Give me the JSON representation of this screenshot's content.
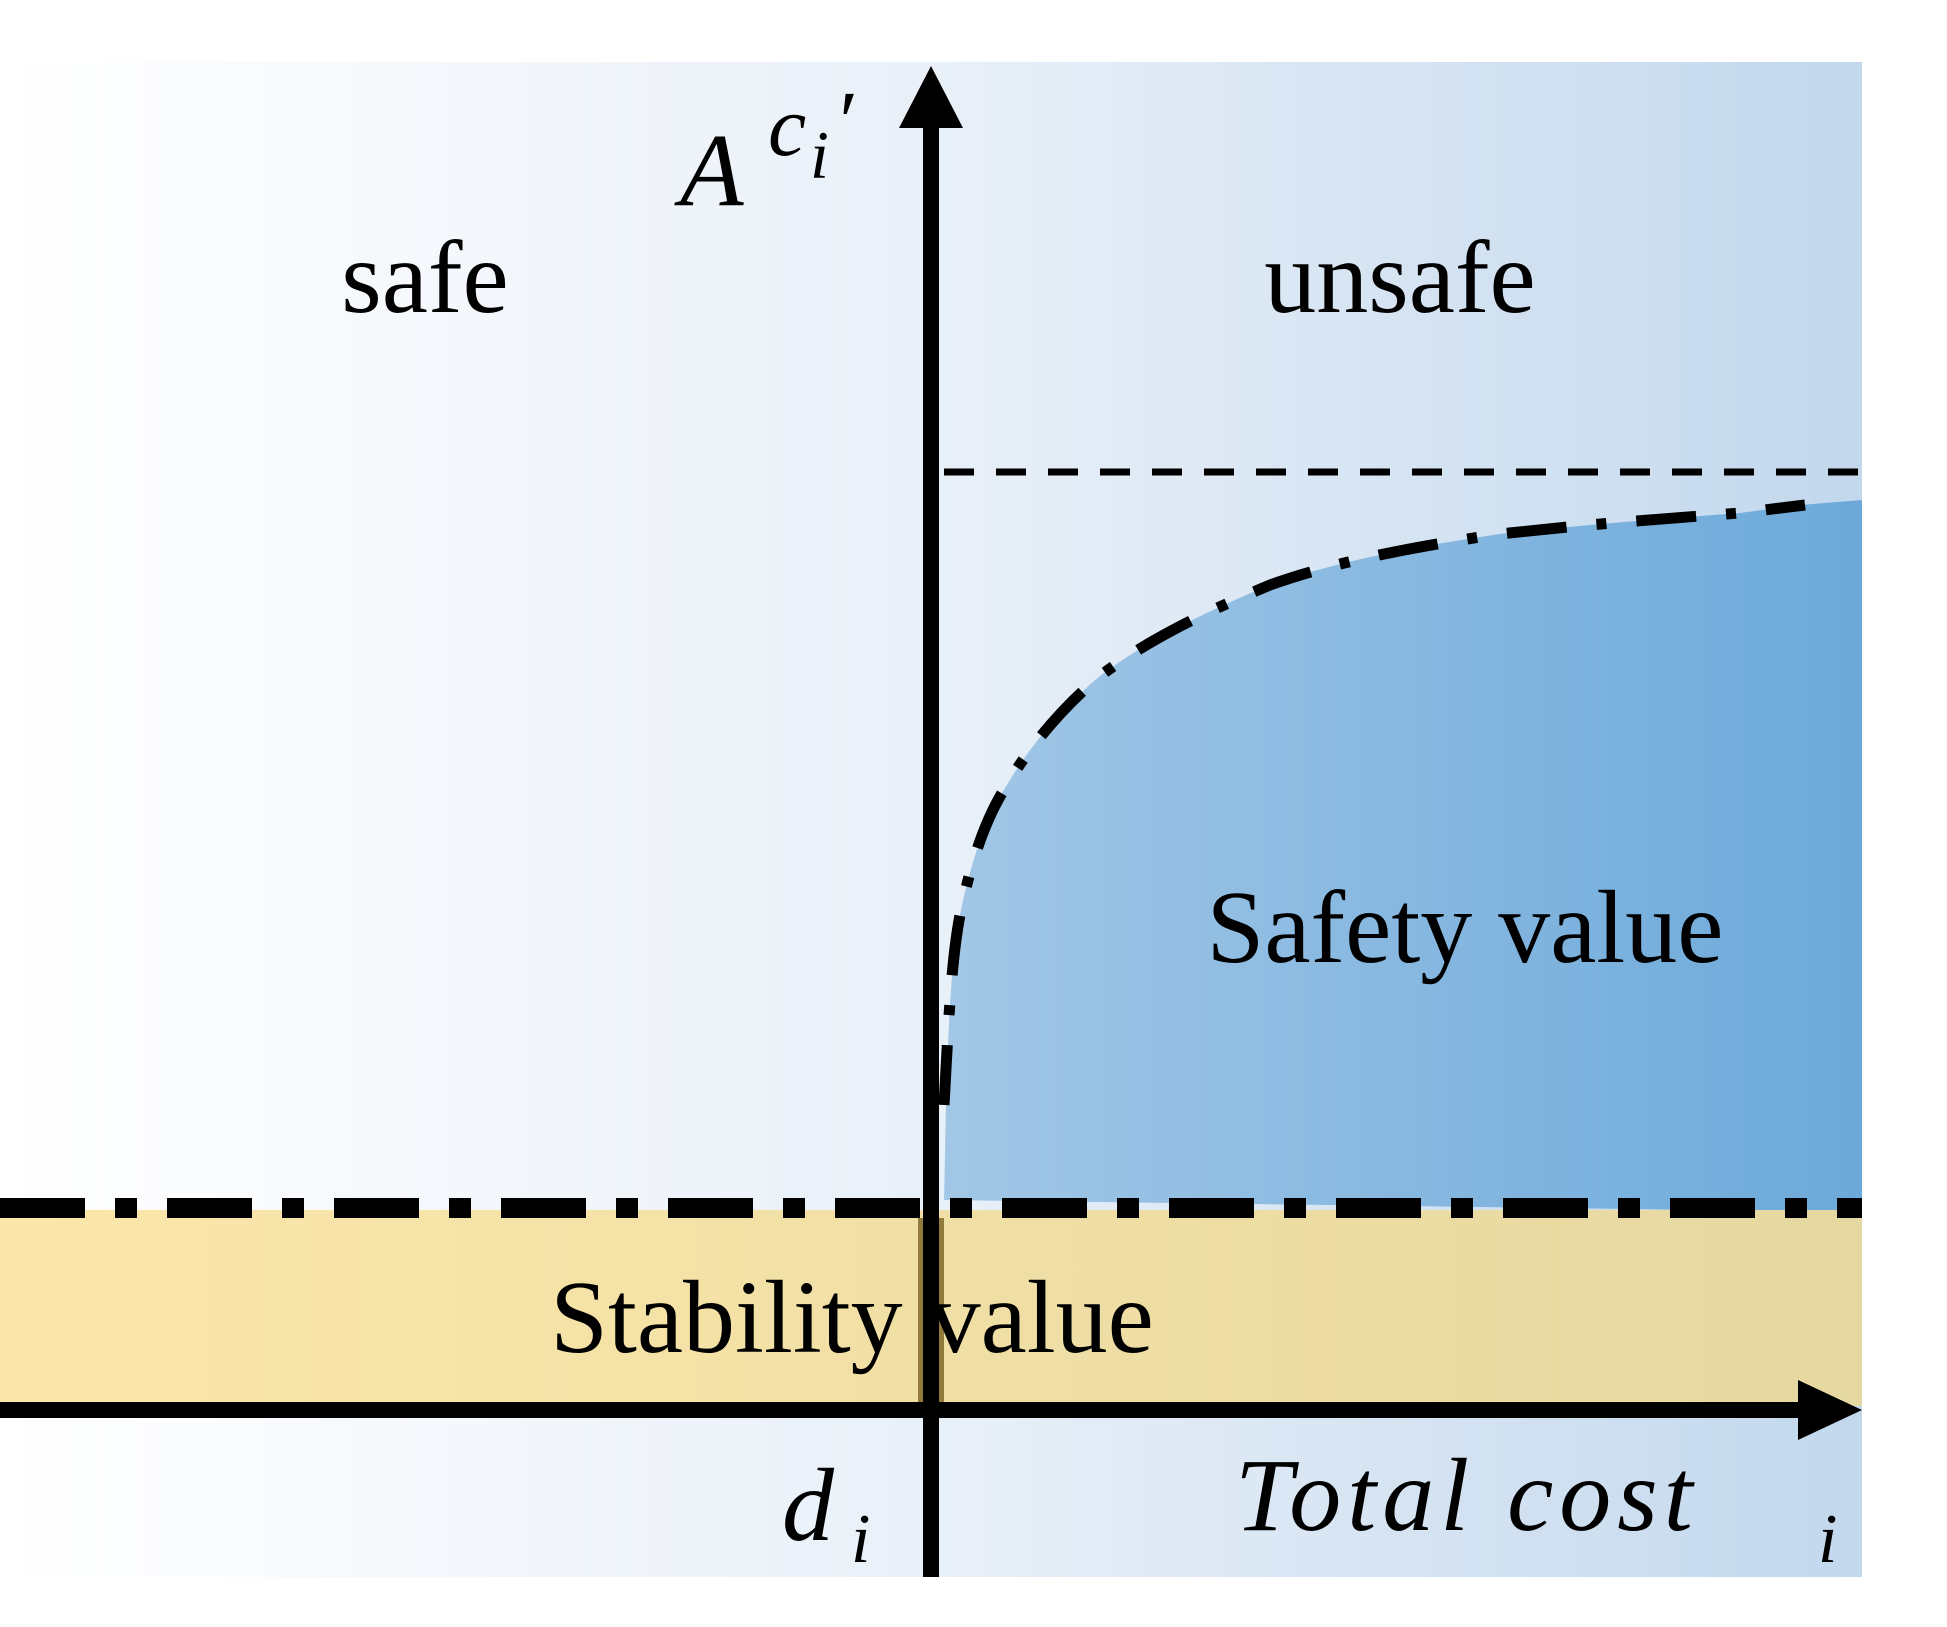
{
  "regions": {
    "safe_label": "safe",
    "unsafe_label": "unsafe",
    "safety_label": "Safety value",
    "stability_label": "Stability value"
  },
  "axes": {
    "y_label": {
      "base": "A",
      "superscript": "c",
      "subscript": "i",
      "prime": "′"
    },
    "x_label": {
      "main": "Total cost",
      "subscript": "i"
    },
    "origin_label": {
      "main": "d",
      "subscript": "i"
    }
  },
  "colors": {
    "background_light": "#fbfcfe",
    "background_mid": "#eaf1f9",
    "background_dark": "#c5d9ee",
    "safety_fill_light": "#9fc5e5",
    "safety_fill_dark": "#6eaadb",
    "stability_fill_light": "#fbe6a9",
    "stability_fill_dark": "#e6d9a2",
    "axis_overlap": "#927a3d",
    "ink": "#000000"
  }
}
